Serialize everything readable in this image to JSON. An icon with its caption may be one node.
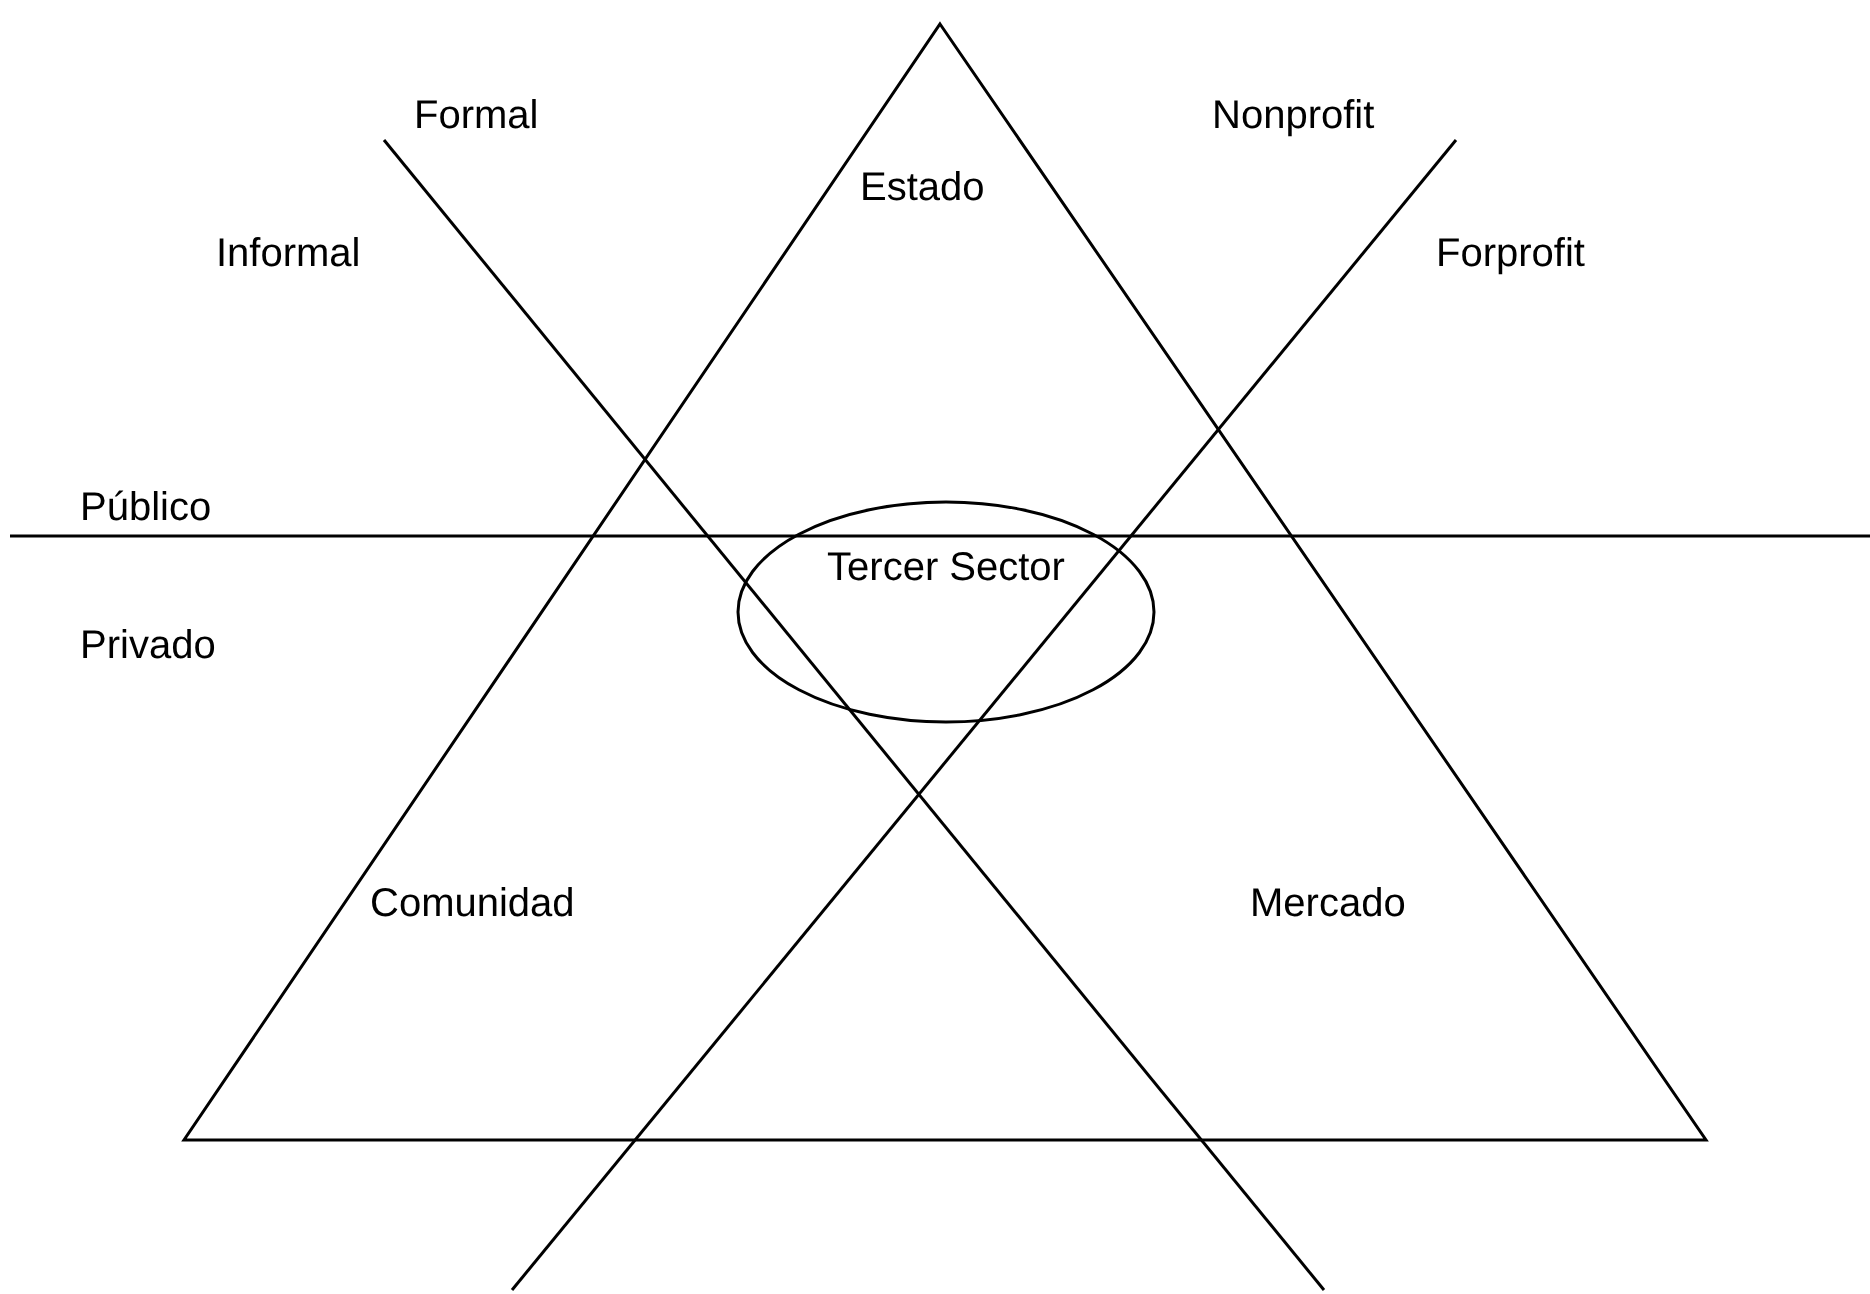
{
  "diagram": {
    "nodes": [
      {
        "text": [
          "Tercer Sector"
        ]
      }
    ],
    "edges": [],
    "labels": [
      "Formal",
      "Estado",
      "Nonprofit",
      "Informal",
      "Forprofit",
      "Público",
      "Privado",
      "Comunidad",
      "Mercado"
    ]
  }
}
